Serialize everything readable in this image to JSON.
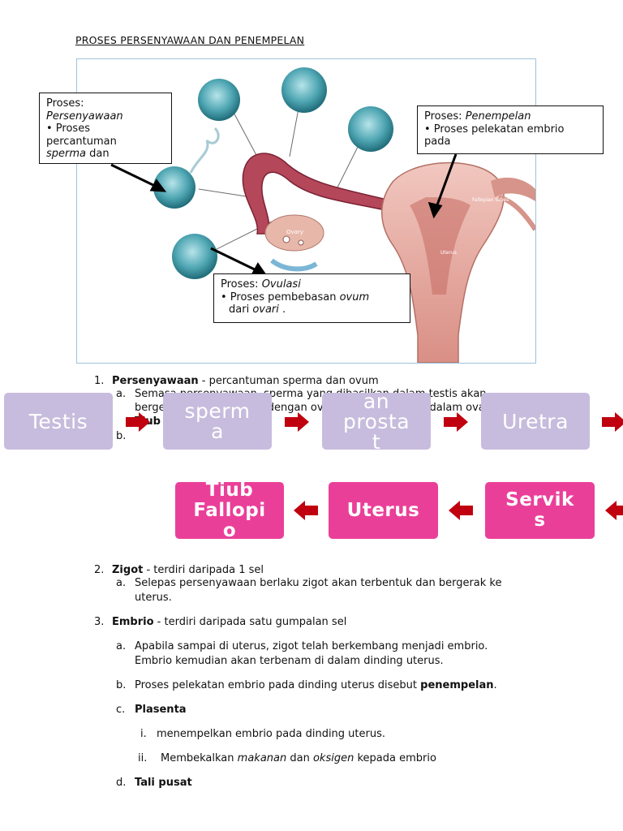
{
  "title": "PROSES PERSENYAWAAN DAN PENEMPELAN",
  "figure": {
    "callout_fertilisation": {
      "line1": "Proses:",
      "line2": "Persenyawaan",
      "line3": "• Proses",
      "line4": "percantuman",
      "line5a": "sperma",
      "line5b": " dan"
    },
    "callout_implantation": {
      "line1a": "Proses: ",
      "line1b": "Penempelan",
      "line2": "• Proses pelekatan embrio",
      "line3": "pada"
    },
    "callout_ovulation": {
      "line1a": "Proses: ",
      "line1b": "Ovulasi",
      "line2a": "• Proses pembebasan ",
      "line2b": "ovum",
      "line3a": "dari ",
      "line3b": "ovari",
      "line3c": " ."
    },
    "labels": {
      "ovary": "Ovary",
      "fallopian": "Fallopian tubes",
      "uterus": "Uterus"
    }
  },
  "item1": {
    "num": "1.",
    "term": "Persenyawaan",
    "desc": " - percantuman sperma dan ovum",
    "a_marker": "a.",
    "a_line1": "Semasa persenyawaan, sperma yang dihasilkan dalam testis akan",
    "a_line2": "bergerak untuk bertemu dengan ovum yang dihasilkan dalam ovari di",
    "a_line3": "Tiub Fallopio.",
    "b_marker": "b."
  },
  "flow_row1": [
    {
      "label": "Testis"
    },
    {
      "label": "sperm\na"
    },
    {
      "label": "an\nprosta\nt"
    },
    {
      "label": "Uretra"
    }
  ],
  "flow_row2": [
    {
      "label": "Tiub\nFallopi\no"
    },
    {
      "label": "Uterus"
    },
    {
      "label": "Servik\ns"
    }
  ],
  "item2": {
    "num": "2.",
    "term": "Zigot",
    "desc": " - terdiri daripada 1 sel",
    "a_marker": "a.",
    "a_line1": "Selepas persenyawaan berlaku zigot akan terbentuk dan bergerak ke",
    "a_line2": "uterus."
  },
  "item3": {
    "num": "3.",
    "term": "Embrio",
    "desc": " - terdiri daripada satu gumpalan sel",
    "a_marker": "a.",
    "a_line1": "Apabila sampai di uterus, zigot telah berkembang menjadi embrio.",
    "a_line2": "Embrio kemudian akan terbenam di dalam dinding uterus.",
    "b_marker": "b.",
    "b_text": "Proses pelekatan embrio pada dinding uterus disebut ",
    "b_bold": "penempelan",
    "b_end": ".",
    "c_marker": "c.",
    "c_term": "Plasenta",
    "ci_marker": "i.",
    "ci_text": "menempelkan embrio pada dinding uterus.",
    "cii_marker": "ii.",
    "cii_text1": "Membekalkan ",
    "cii_italic1": "makanan",
    "cii_text2": " dan ",
    "cii_italic2": "oksigen",
    "cii_text3": " kepada embrio",
    "d_marker": "d.",
    "d_term": "Tali pusat"
  },
  "colors": {
    "flow_grey": "#c7bcdd",
    "flow_pink": "#ea3f99",
    "arrow_red": "#c0000e",
    "figure_border": "#9ec3de"
  }
}
